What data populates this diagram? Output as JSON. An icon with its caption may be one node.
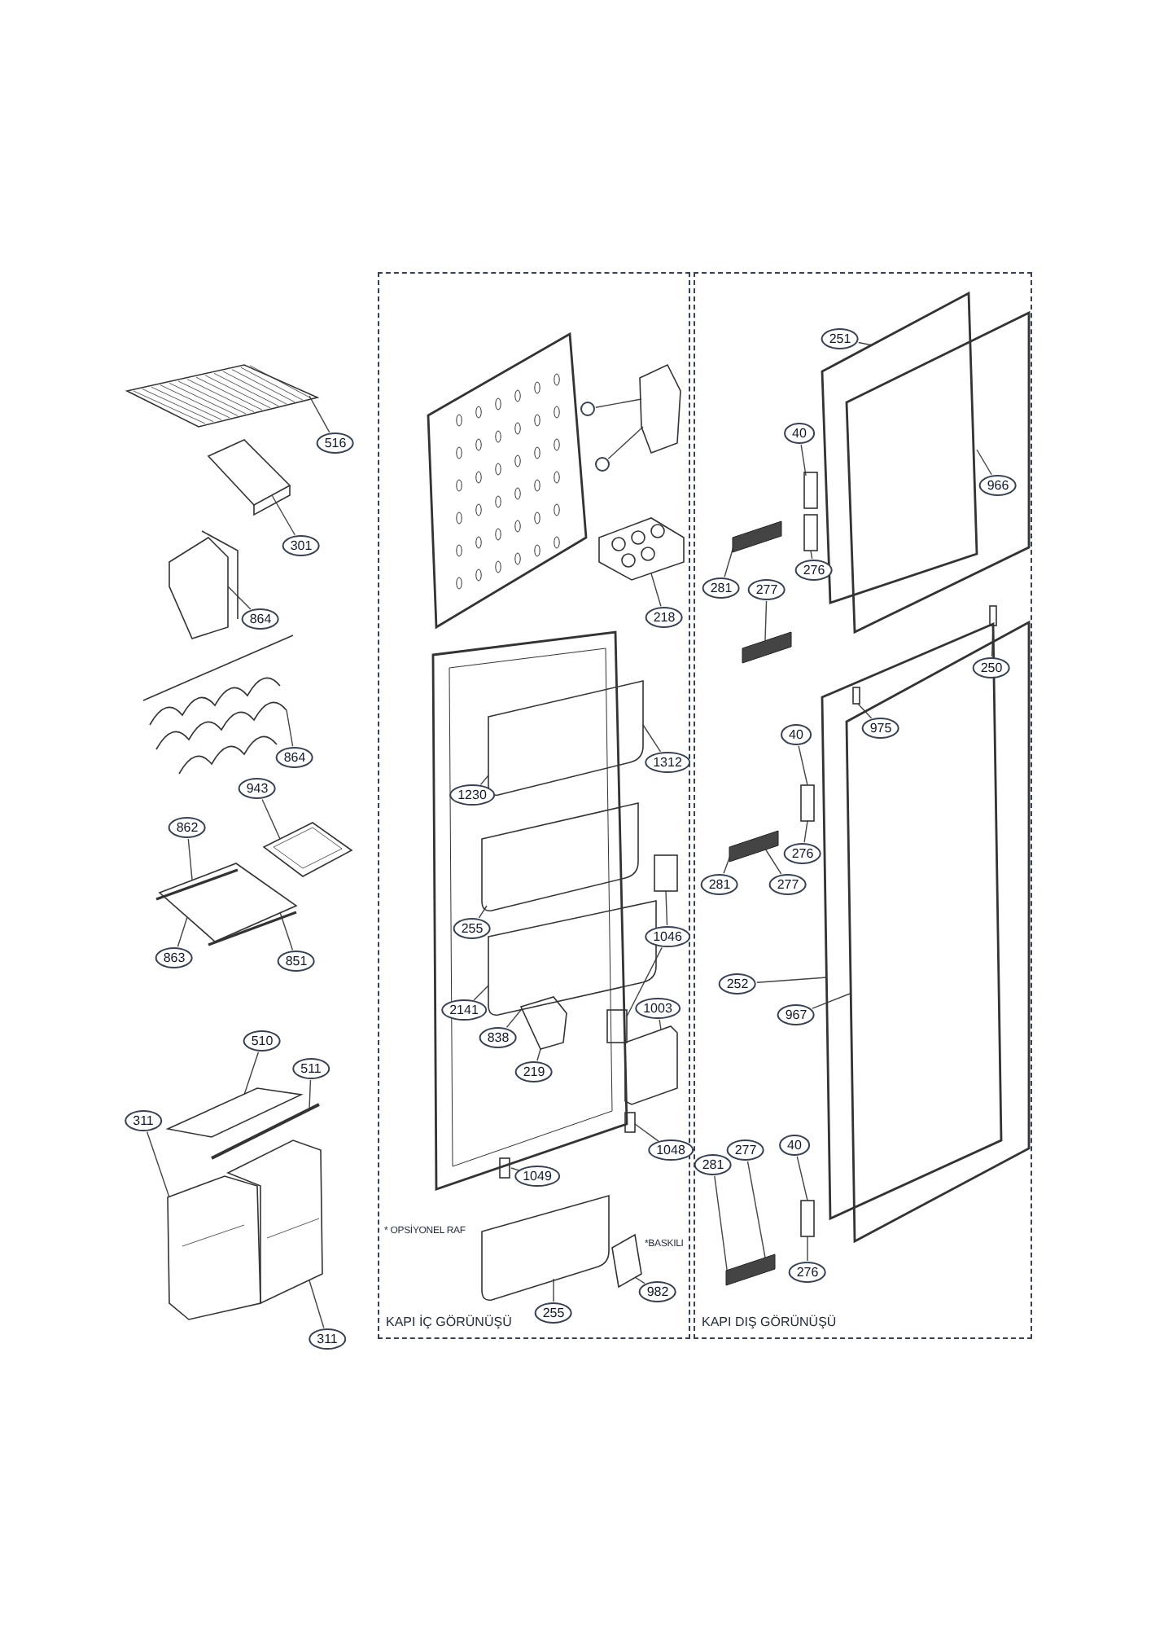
{
  "diagram": {
    "nodes": [
      {
        "text": [
          "516"
        ]
      },
      {
        "text": [
          "301"
        ]
      },
      {
        "text": [
          "864"
        ]
      },
      {
        "text": [
          "864"
        ]
      },
      {
        "text": [
          "943"
        ]
      },
      {
        "text": [
          "862"
        ]
      },
      {
        "text": [
          "863"
        ]
      },
      {
        "text": [
          "851"
        ]
      },
      {
        "text": [
          "510"
        ]
      },
      {
        "text": [
          "511"
        ]
      },
      {
        "text": [
          "311"
        ]
      },
      {
        "text": [
          "311"
        ]
      },
      {
        "text": [
          "KAPI İÇ GÖRÜNÜŞÜ"
        ]
      },
      {
        "text": [],
        "shape": "circle",
        "in": 12
      },
      {
        "text": [],
        "shape": "circle",
        "in": 12
      },
      {
        "text": [
          "218"
        ],
        "in": 12
      },
      {
        "text": [
          "1312"
        ],
        "in": 12
      },
      {
        "text": [
          "1230"
        ],
        "in": 12
      },
      {
        "text": [
          "255"
        ],
        "in": 12
      },
      {
        "text": [
          "1046"
        ],
        "in": 12
      },
      {
        "text": [
          "2141"
        ],
        "in": 12
      },
      {
        "text": [
          "838"
        ],
        "in": 12
      },
      {
        "text": [
          "219"
        ],
        "in": 12
      },
      {
        "text": [
          "1003"
        ],
        "in": 12
      },
      {
        "text": [
          "1048"
        ],
        "in": 12
      },
      {
        "text": [
          "1049"
        ],
        "in": 12
      },
      {
        "text": [
          "255"
        ],
        "in": 12
      },
      {
        "text": [
          "982"
        ],
        "in": 12
      },
      {
        "text": [
          "KAPI DIŞ GÖRÜNÜŞÜ"
        ]
      },
      {
        "text": [
          "251"
        ],
        "in": 28
      },
      {
        "text": [
          "40"
        ],
        "in": 28
      },
      {
        "text": [
          "966"
        ],
        "in": 71
      },
      {
        "text": [
          "276"
        ],
        "in": 28
      },
      {
        "text": [
          "281"
        ],
        "in": 28
      },
      {
        "text": [
          "277"
        ],
        "in": 28
      },
      {
        "text": [
          "250"
        ],
        "in": 77
      },
      {
        "text": [
          "975"
        ],
        "in": 76
      },
      {
        "text": [
          "40"
        ],
        "in": 28
      },
      {
        "text": [
          "276"
        ],
        "in": 28
      },
      {
        "text": [
          "281"
        ],
        "in": 28
      },
      {
        "text": [
          "277"
        ],
        "in": 28
      },
      {
        "text": [
          "252"
        ],
        "in": 28
      },
      {
        "text": [
          "967"
        ],
        "in": 28
      },
      {
        "text": [
          "40"
        ],
        "in": 28
      },
      {
        "text": [
          "277"
        ],
        "in": 28
      },
      {
        "text": [
          "281"
        ],
        "in": 28
      },
      {
        "text": [
          "276"
        ],
        "in": 28
      },
      {
        "text": [],
        "shape": "picture"
      },
      {
        "text": [],
        "shape": "picture"
      },
      {
        "text": [],
        "shape": "picture"
      },
      {
        "text": [],
        "shape": "picture"
      },
      {
        "text": [],
        "shape": "picture"
      },
      {
        "text": [],
        "shape": "picture"
      },
      {
        "text": [],
        "shape": "picture"
      },
      {
        "text": [],
        "shape": "picture"
      },
      {
        "text": [],
        "shape": "picture"
      },
      {
        "text": [],
        "shape": "picture"
      },
      {
        "text": [],
        "shape": "picture",
        "in": 12
      },
      {
        "text": [],
        "shape": "picture",
        "in": 12
      },
      {
        "text": [],
        "shape": "picture",
        "in": 12
      },
      {
        "text": [],
        "shape": "picture",
        "in": 12
      },
      {
        "text": [],
        "shape": "box",
        "in": 12
      },
      {
        "text": [],
        "shape": "picture",
        "in": 12
      },
      {
        "text": [],
        "shape": "picture",
        "in": 12
      },
      {
        "text": [],
        "shape": "box",
        "in": 12
      },
      {
        "text": [],
        "shape": "picture",
        "in": 12
      },
      {
        "text": [],
        "shape": "box",
        "in": 12
      },
      {
        "text": [],
        "shape": "box",
        "in": 12
      },
      {
        "text": [],
        "shape": "picture",
        "in": 12,
        "beside": [
          "* OPSİYONEL RAF"
        ]
      },
      {
        "text": [],
        "shape": "picture",
        "in": 12,
        "beside": [
          "*BASKILI"
        ]
      },
      {
        "text": [],
        "shape": "picture",
        "in": 28
      },
      {
        "text": [],
        "shape": "picture",
        "in": 28
      },
      {
        "text": [],
        "shape": "picture",
        "in": 28
      },
      {
        "text": [],
        "shape": "box",
        "in": 28
      },
      {
        "text": [],
        "shape": "box",
        "in": 28
      },
      {
        "text": [],
        "shape": "box",
        "in": 28
      },
      {
        "text": [],
        "shape": "picture",
        "in": 28
      },
      {
        "text": [],
        "shape": "picture",
        "in": 28
      },
      {
        "text": [],
        "shape": "box",
        "in": 76
      },
      {
        "text": [],
        "shape": "box",
        "in": 28
      },
      {
        "text": [],
        "shape": "box",
        "in": 28
      },
      {
        "text": [],
        "shape": "box",
        "in": 28
      },
      {
        "text": [],
        "shape": "box",
        "in": 28
      }
    ],
    "edges": [
      {
        "from": 0,
        "to": 47,
        "arrow": "none"
      },
      {
        "from": 1,
        "to": 48,
        "arrow": "none"
      },
      {
        "from": 2,
        "to": 49,
        "arrow": "none"
      },
      {
        "from": 3,
        "to": 50,
        "arrow": "none"
      },
      {
        "from": 4,
        "to": 51,
        "arrow": "none"
      },
      {
        "from": 5,
        "to": 52,
        "arrow": "none"
      },
      {
        "from": 6,
        "to": 52,
        "arrow": "none"
      },
      {
        "from": 7,
        "to": 52,
        "arrow": "none"
      },
      {
        "from": 8,
        "to": 53,
        "arrow": "none"
      },
      {
        "from": 9,
        "to": 54,
        "arrow": "none"
      },
      {
        "from": 10,
        "to": 55,
        "arrow": "none"
      },
      {
        "from": 11,
        "to": 56,
        "arrow": "none"
      },
      {
        "from": 13,
        "to": 57,
        "arrow": "none"
      },
      {
        "from": 14,
        "to": 57,
        "arrow": "none"
      },
      {
        "from": 15,
        "to": 58,
        "arrow": "none"
      },
      {
        "from": 16,
        "to": 59,
        "arrow": "none"
      },
      {
        "from": 17,
        "to": 59,
        "arrow": "none"
      },
      {
        "from": 18,
        "to": 60,
        "arrow": "none"
      },
      {
        "from": 19,
        "to": 61,
        "arrow": "none"
      },
      {
        "from": 19,
        "to": 64,
        "arrow": "none"
      },
      {
        "from": 20,
        "to": 62,
        "arrow": "none"
      },
      {
        "from": 21,
        "to": 62,
        "arrow": "none"
      },
      {
        "from": 22,
        "to": 63,
        "arrow": "none"
      },
      {
        "from": 23,
        "to": 65,
        "arrow": "none"
      },
      {
        "from": 24,
        "to": 66,
        "arrow": "none"
      },
      {
        "from": 25,
        "to": 67,
        "arrow": "none"
      },
      {
        "from": 26,
        "to": 68,
        "arrow": "none"
      },
      {
        "from": 27,
        "to": 69,
        "arrow": "none"
      },
      {
        "from": 29,
        "to": 70,
        "arrow": "none"
      },
      {
        "from": 30,
        "to": 72,
        "arrow": "none"
      },
      {
        "from": 31,
        "to": 71,
        "arrow": "none"
      },
      {
        "from": 32,
        "to": 72,
        "arrow": "none"
      },
      {
        "from": 33,
        "to": 73,
        "arrow": "none"
      },
      {
        "from": 34,
        "to": 74,
        "arrow": "none"
      },
      {
        "from": 35,
        "to": 75,
        "arrow": "none"
      },
      {
        "from": 36,
        "to": 78,
        "arrow": "none"
      },
      {
        "from": 37,
        "to": 79,
        "arrow": "none"
      },
      {
        "from": 38,
        "to": 79,
        "arrow": "none"
      },
      {
        "from": 39,
        "to": 80,
        "arrow": "none"
      },
      {
        "from": 40,
        "to": 80,
        "arrow": "none"
      },
      {
        "from": 41,
        "to": 76,
        "arrow": "none"
      },
      {
        "from": 42,
        "to": 77,
        "arrow": "none"
      },
      {
        "from": 43,
        "to": 81,
        "arrow": "none"
      },
      {
        "from": 44,
        "to": 82,
        "arrow": "none"
      },
      {
        "from": 45,
        "to": 82,
        "arrow": "none"
      },
      {
        "from": 46,
        "to": 81,
        "arrow": "none"
      }
    ]
  }
}
